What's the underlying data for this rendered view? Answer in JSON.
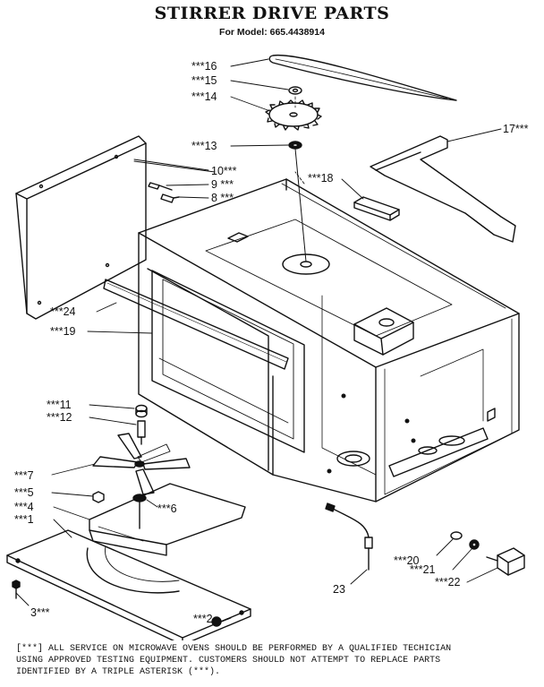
{
  "header": {
    "title": "STIRRER DRIVE PARTS",
    "model": "For Model: 665.4438914"
  },
  "callouts": [
    {
      "id": "1",
      "text": "***1"
    },
    {
      "id": "2",
      "text": "***2"
    },
    {
      "id": "3",
      "text": "3***"
    },
    {
      "id": "4",
      "text": "***4"
    },
    {
      "id": "5",
      "text": "***5"
    },
    {
      "id": "6",
      "text": "***6"
    },
    {
      "id": "7",
      "text": "***7"
    },
    {
      "id": "8",
      "text": "8 ***"
    },
    {
      "id": "9",
      "text": "9 ***"
    },
    {
      "id": "10",
      "text": "10***"
    },
    {
      "id": "11",
      "text": "***11"
    },
    {
      "id": "12",
      "text": "***12"
    },
    {
      "id": "13",
      "text": "***13"
    },
    {
      "id": "14",
      "text": "***14"
    },
    {
      "id": "15",
      "text": "***15"
    },
    {
      "id": "16",
      "text": "***16"
    },
    {
      "id": "17",
      "text": "17***"
    },
    {
      "id": "18",
      "text": "***18"
    },
    {
      "id": "19",
      "text": "***19"
    },
    {
      "id": "20",
      "text": "***20"
    },
    {
      "id": "21",
      "text": "***21"
    },
    {
      "id": "22",
      "text": "***22"
    },
    {
      "id": "23",
      "text": "23"
    },
    {
      "id": "24",
      "text": "***24"
    }
  ],
  "footnote": {
    "line1": "[***] ALL SERVICE ON MICROWAVE OVENS SHOULD BE PERFORMED BY A QUALIFIED TECHICIAN",
    "line2": "USING APPROVED TESTING EQUIPMENT. CUSTOMERS SHOULD NOT ATTEMPT TO REPLACE PARTS",
    "line3": "IDENTIFIED BY A TRIPLE ASTERISK (***)."
  }
}
